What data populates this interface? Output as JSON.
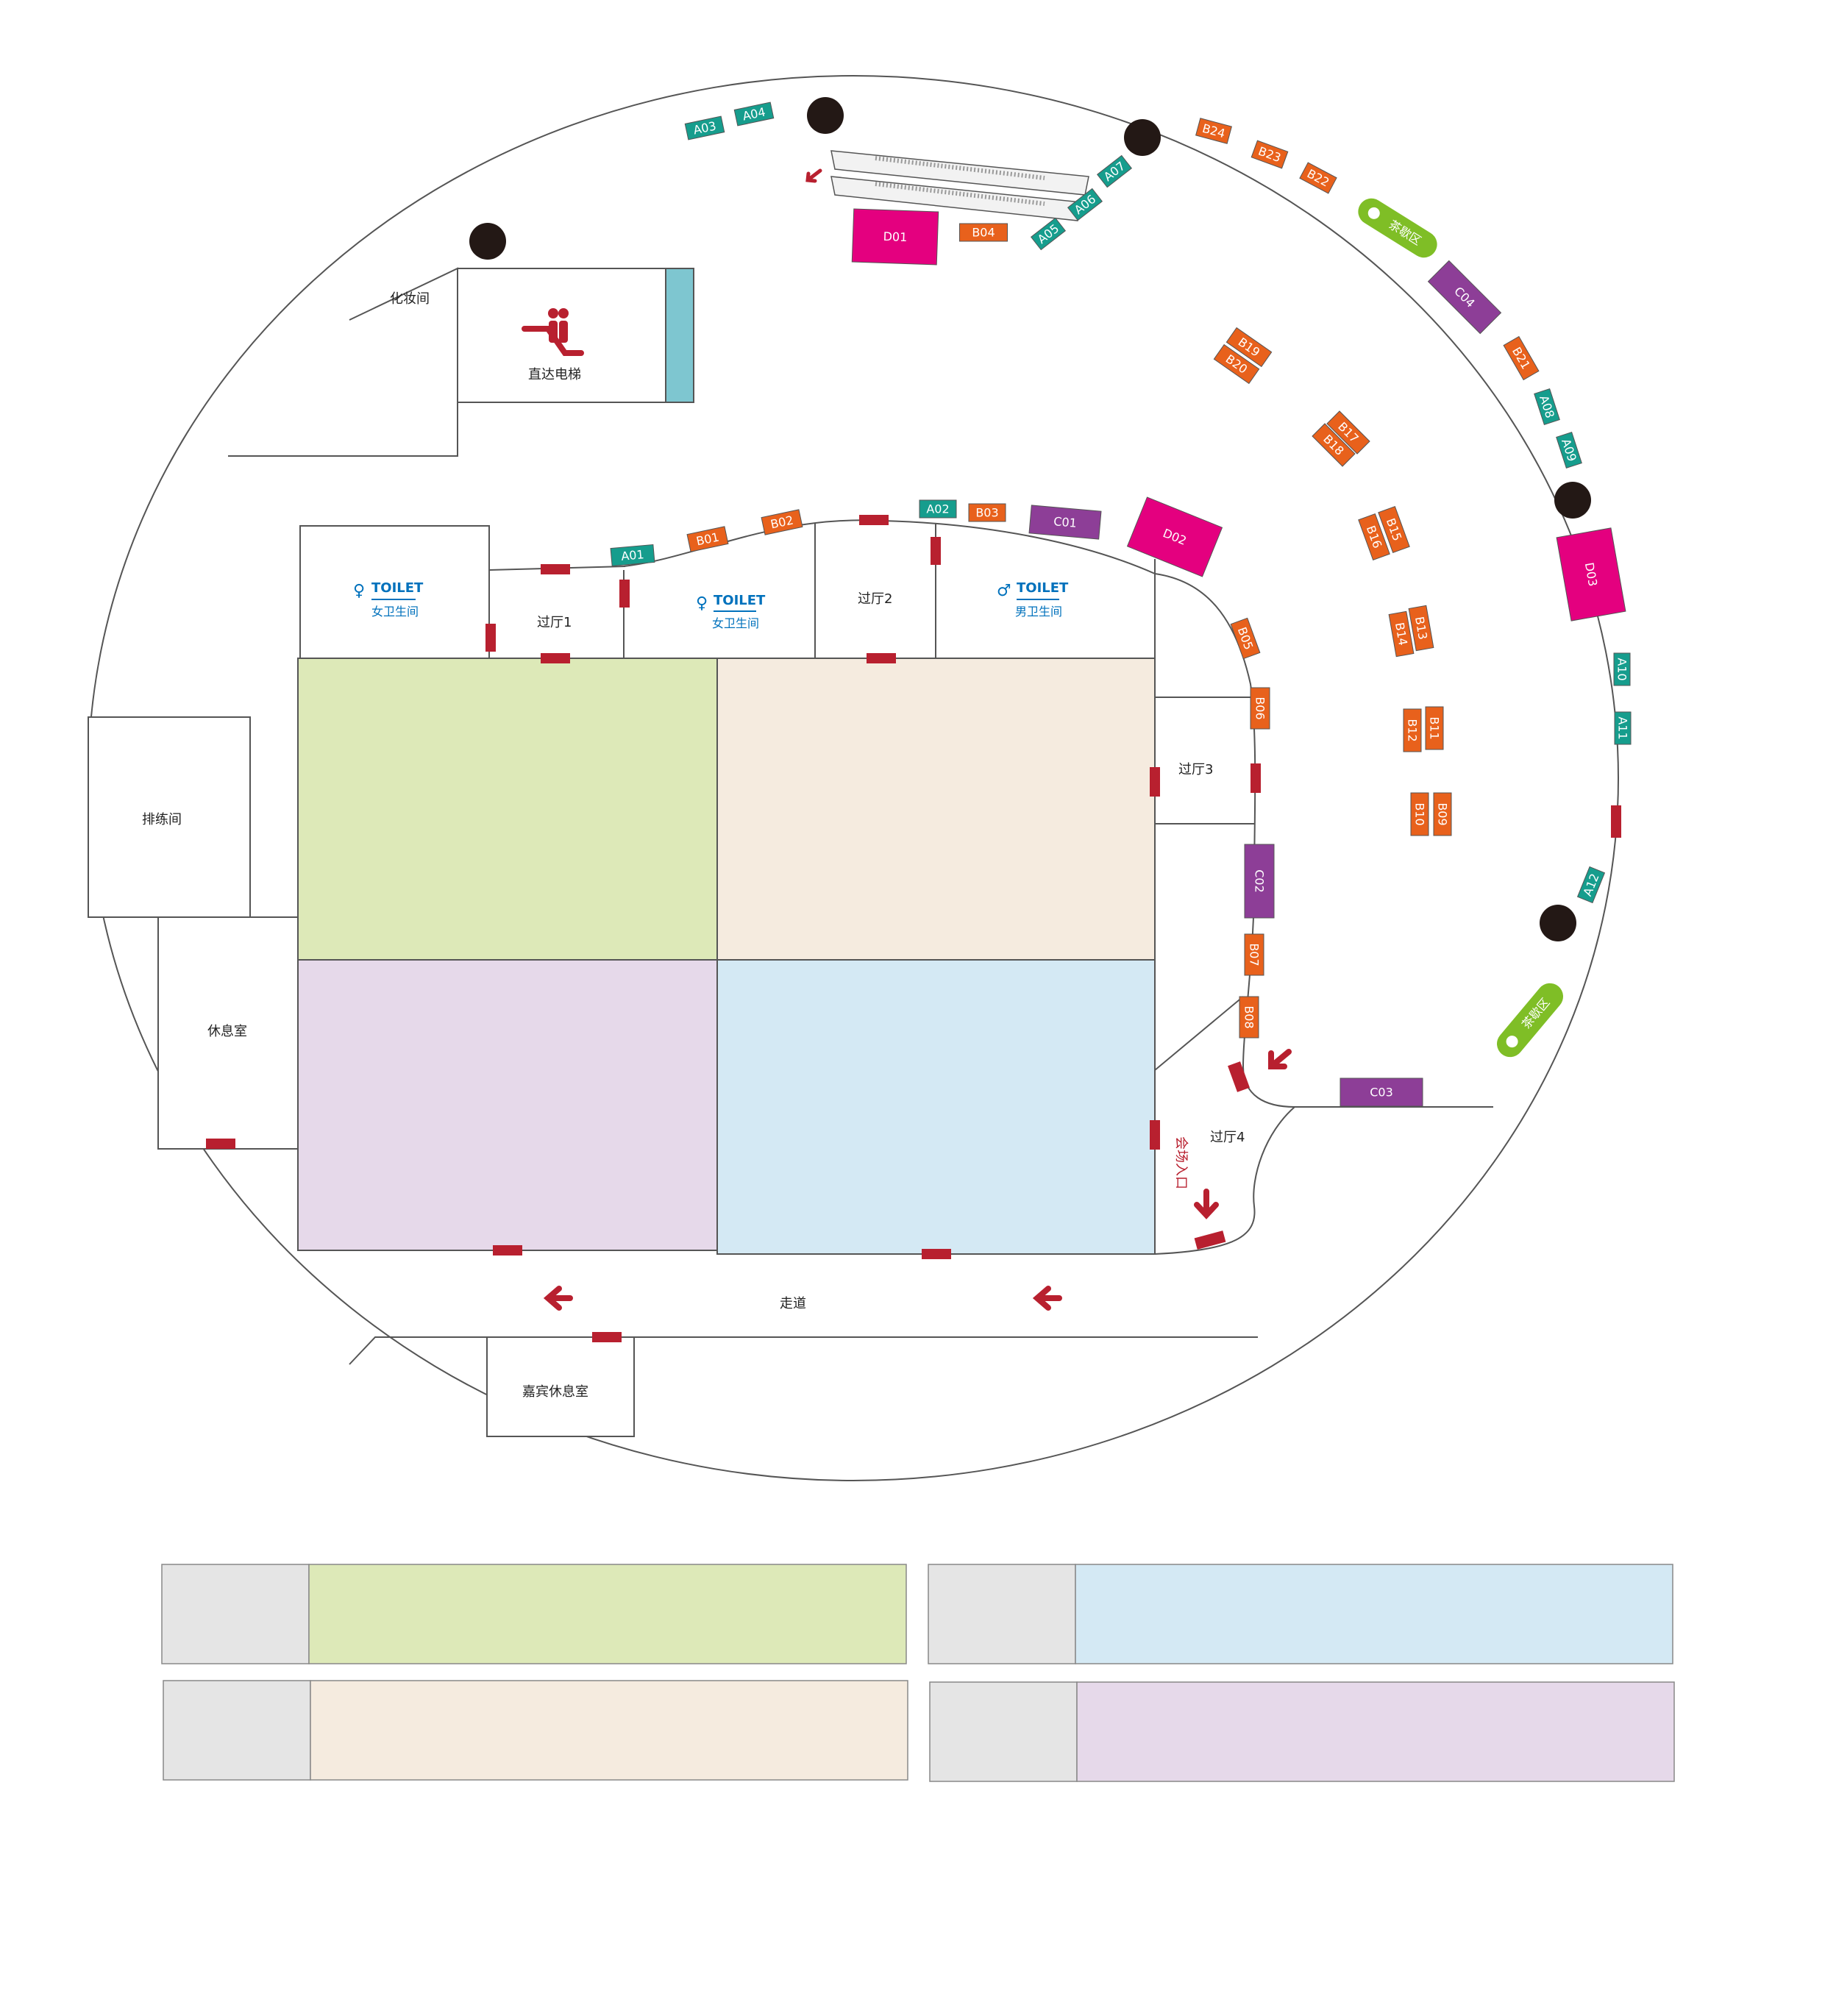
{
  "colors": {
    "A": "#169d8d",
    "B": "#e8611c",
    "C": "#8d3e97",
    "D": "#e4007f",
    "door": "#b8202f",
    "zone_green": "#dde9b8",
    "zone_beige": "#f5ebdf",
    "zone_purple": "#e6d9ea",
    "zone_blue": "#d4e9f4",
    "legend_grey": "#e5e5e5",
    "elevator_teal": "#7ec6d0",
    "tea_green": "#7fbe26",
    "toilet_blue": "#0071bc"
  },
  "rooms": {
    "makeup": "化妆间",
    "elevator": "直达电梯",
    "rehearsal": "排练间",
    "lounge": "休息室",
    "vip_lounge": "嘉宾休息室",
    "corridor": "走道",
    "hall1": "过厅1",
    "hall2": "过厅2",
    "hall3": "过厅3",
    "hall4": "过厅4",
    "entrance": "会场入口"
  },
  "toilets": {
    "label": "TOILET",
    "women": "女卫生间",
    "men": "男卫生间"
  },
  "tea_area": "茶歇区",
  "booths": {
    "A": [
      "A01",
      "A02",
      "A03",
      "A04",
      "A05",
      "A06",
      "A07",
      "A08",
      "A09",
      "A10",
      "A11",
      "A12"
    ],
    "B": [
      "B01",
      "B02",
      "B03",
      "B04",
      "B05",
      "B06",
      "B07",
      "B08",
      "B09",
      "B10",
      "B11",
      "B12",
      "B13",
      "B14",
      "B15",
      "B16",
      "B17",
      "B18",
      "B19",
      "B20",
      "B21",
      "B22",
      "B23",
      "B24"
    ],
    "C": [
      "C01",
      "C02",
      "C03",
      "C04"
    ],
    "D": [
      "D01",
      "D02",
      "D03"
    ]
  }
}
